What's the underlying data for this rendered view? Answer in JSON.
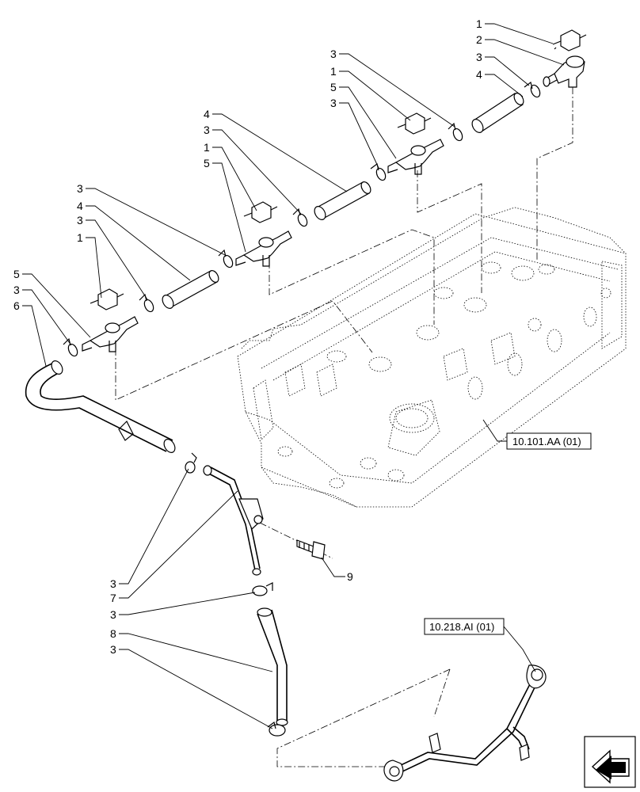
{
  "callouts": {
    "c1": "1",
    "c2": "2",
    "c3": "3",
    "c4": "4",
    "c5": "5",
    "c6": "6",
    "c7": "7",
    "c8": "8",
    "c9": "9"
  },
  "references": {
    "cylinder_head": "10.101.AA (01)",
    "return_pipe": "10.218.AI (01)"
  },
  "nav_icon": "arrow-icon"
}
